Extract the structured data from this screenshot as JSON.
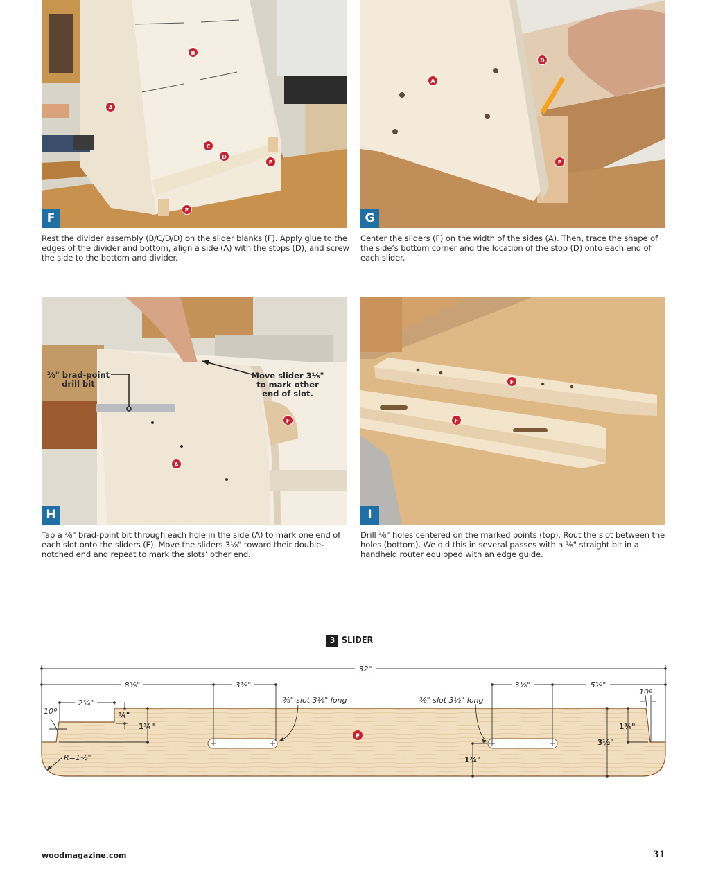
{
  "photos": [
    {
      "step": "F",
      "caption": "Rest the divider assembly (B/C/D/D) on the slider blanks (F). Apply glue to the edges of the divider and bottom, align a side (A) with the stops (D), and screw the side to the bottom and divider.",
      "part_tags": [
        "B",
        "A",
        "C",
        "D",
        "F",
        "F"
      ]
    },
    {
      "step": "G",
      "caption": "Center the sliders (F) on the width of the sides (A). Then, trace the shape of the side’s bottom corner and the location of the stop (D) onto each end of each slider.",
      "part_tags": [
        "A",
        "D",
        "F"
      ]
    },
    {
      "step": "H",
      "caption": "Tap a ⅜\" brad-point bit through each hole in the side (A) to mark one end of each slot onto the sliders (F). Move the sliders 3⅛\" toward their double-notched end and repeat to mark the slots’ other end.",
      "part_tags": [
        "F",
        "A"
      ],
      "callouts": {
        "drill_bit": "⅜\" brad-point drill bit",
        "move_slider": "Move slider 3⅛\" to mark other end of slot."
      }
    },
    {
      "step": "I",
      "caption": "Drill ⅜\" holes centered on the marked points (top). Rout the slot between the holes (bottom). We did this in several passes with a ⅜\" straight bit in a handheld router equipped with an edge guide.",
      "part_tags": [
        "F",
        "F"
      ]
    }
  ],
  "drawing": {
    "number": "3",
    "title": "SLIDER",
    "part_tag": "F",
    "dimensions": {
      "overall_length": "32\"",
      "left_to_slot": "8⅝\"",
      "slot_left_span": "3⅛\"",
      "slot_right_span": "3⅛\"",
      "right_to_slot": "5⅝\"",
      "notch_length": "2¾\"",
      "notch_depth": "¾\"",
      "left_step_height": "1¾\"",
      "left_angle": "10º",
      "right_angle": "10º",
      "radius": "R=1½\"",
      "slot_left_label": "⅜\" slot 3½\" long",
      "slot_right_label": "⅜\" slot 3½\" long",
      "slot_height_from_bottom": "1¾\"",
      "right_step_height": "1¾\"",
      "overall_width": "3½\""
    }
  },
  "footer": {
    "site": "woodmagazine.com",
    "page_number": "31"
  },
  "colors": {
    "step_badge": "#1d6fa5",
    "part_tag": "#c8202e",
    "wood": "#f1dcbc"
  }
}
